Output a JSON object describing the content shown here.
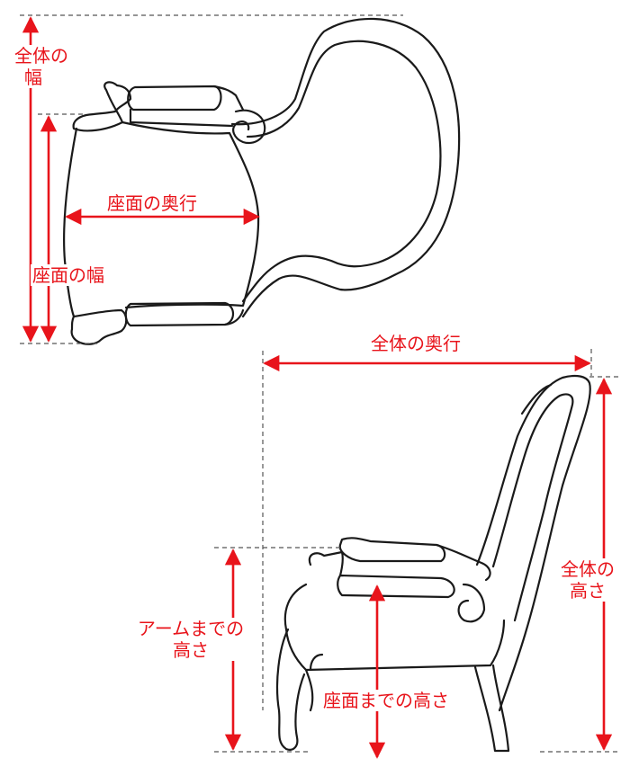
{
  "labels": {
    "total_width_1": "全体の",
    "total_width_2": "幅",
    "seat_depth": "座面の奥行",
    "seat_width": "座面の幅",
    "total_depth": "全体の奥行",
    "total_height_1": "全体の",
    "total_height_2": "高さ",
    "arm_height_1": "アームまでの",
    "arm_height_2": "高さ",
    "seat_height": "座面までの高さ"
  },
  "colors": {
    "dimension": "#e8141b",
    "outline": "#1a1a1a",
    "guide": "#555555"
  }
}
